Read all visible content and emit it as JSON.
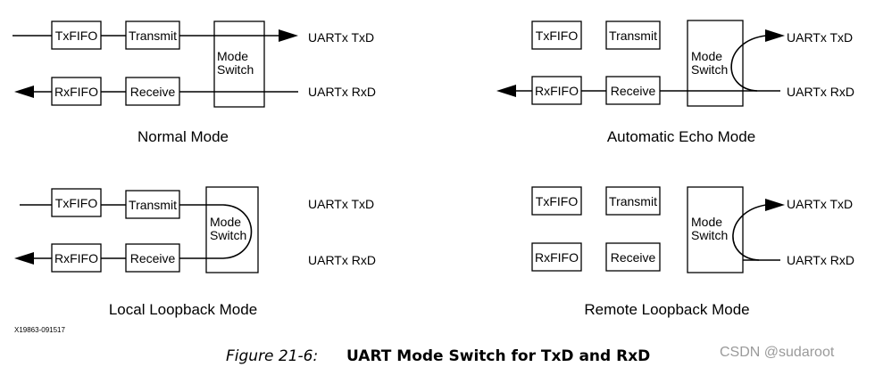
{
  "blocks": {
    "txfifo": "TxFIFO",
    "rxfifo": "RxFIFO",
    "transmit": "Transmit",
    "receive": "Receive",
    "mode_switch_line1": "Mode",
    "mode_switch_line2": "Switch"
  },
  "signals": {
    "txd": "UARTx TxD",
    "rxd": "UARTx RxD"
  },
  "modes": {
    "normal": "Normal Mode",
    "auto_echo": "Automatic Echo Mode",
    "local_loopback": "Local Loopback Mode",
    "remote_loopback": "Remote Loopback Mode"
  },
  "figure": {
    "id": "X19863-091517",
    "number": "Figure 21-6:",
    "title": "UART Mode Switch for TxD and RxD"
  },
  "watermark": "CSDN @sudaroot"
}
